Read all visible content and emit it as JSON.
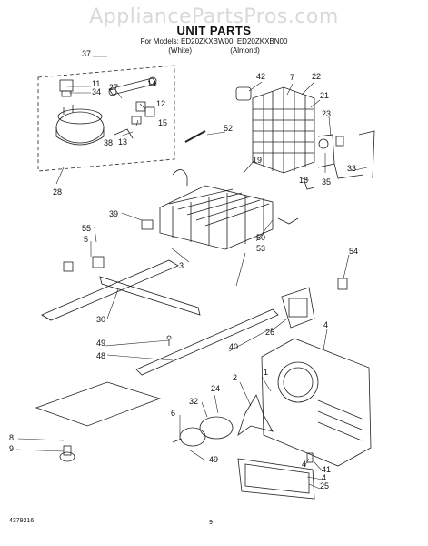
{
  "watermark": "AppliancePartsPros.com",
  "header": {
    "title": "UNIT PARTS",
    "models": "For Models: ED20ZKXBW00, ED20ZKXBN00",
    "variant_white": "(White)",
    "variant_almond": "(Almond)"
  },
  "callouts": [
    "37",
    "11",
    "34",
    "27",
    "14",
    "13",
    "12",
    "15",
    "38",
    "28",
    "42",
    "7",
    "22",
    "21",
    "52",
    "23",
    "19",
    "33",
    "35",
    "18",
    "39",
    "55",
    "5",
    "3",
    "50",
    "53",
    "54",
    "30",
    "49",
    "48",
    "40",
    "26",
    "4",
    "1",
    "2",
    "32",
    "24",
    "6",
    "8",
    "9",
    "49",
    "4",
    "41",
    "4",
    "25"
  ],
  "footer": {
    "doc_number": "4379216",
    "page_number": "9"
  }
}
